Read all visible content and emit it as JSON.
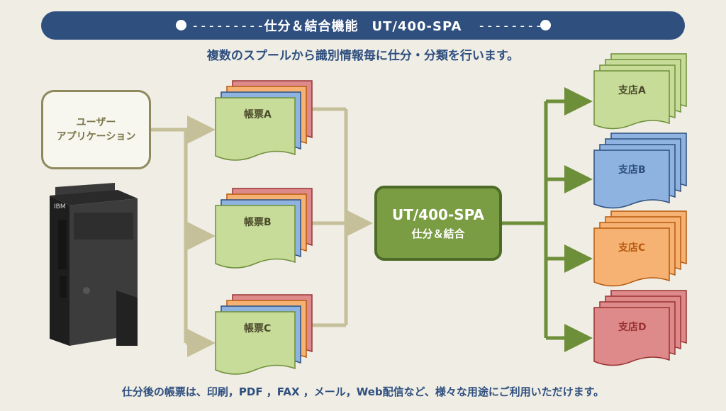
{
  "banner": {
    "title": "仕分＆結合機能　UT/400-SPA",
    "dashes_left": "---------",
    "dashes_right": "---------"
  },
  "subtitle": "複数のスプールから識別情報毎に仕分・分類を行います。",
  "user_app": {
    "line1": "ユーザー",
    "line2": "アプリケーション"
  },
  "server": {
    "brand": "IBM"
  },
  "reports": [
    {
      "label": "帳票A"
    },
    {
      "label": "帳票B"
    },
    {
      "label": "帳票C"
    }
  ],
  "center": {
    "title": "UT/400-SPA",
    "subtitle": "仕分＆結合"
  },
  "branches": [
    {
      "label": "支店A",
      "color": "#c8dc9a"
    },
    {
      "label": "支店B",
      "color": "#8fb3e0"
    },
    {
      "label": "支店C",
      "color": "#f6b273"
    },
    {
      "label": "支店D",
      "color": "#de8a8a"
    }
  ],
  "footer": "仕分後の帳票は、印刷，PDF ，FAX ，メール，Web配信など、様々な用途にご利用いただけます。",
  "colors": {
    "banner": "#2f4f7f",
    "input_arrow": "#c6c09a",
    "output_arrow": "#6e8f3a",
    "report_green": "#c8dc9a",
    "report_blue": "#8fb3e0",
    "report_orange": "#f6b273",
    "report_red": "#de8a8a"
  }
}
